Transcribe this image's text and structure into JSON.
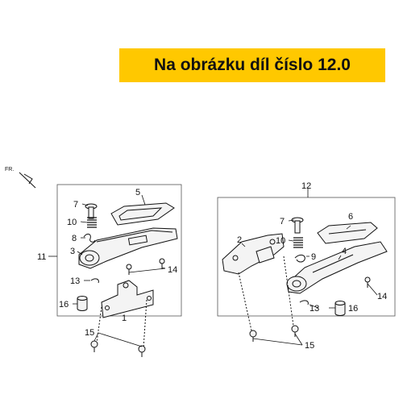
{
  "banner": {
    "text": "Na obrázku díl číslo 12.0"
  },
  "orientation": {
    "label": "FR."
  },
  "callouts": {
    "n1": "1",
    "n2": "2",
    "n3": "3",
    "n4": "4",
    "n5": "5",
    "n6": "6",
    "n7a": "7",
    "n7b": "7",
    "n8": "8",
    "n9": "9",
    "n10a": "10",
    "n10b": "10",
    "n11": "11",
    "n12": "12",
    "n13a": "13",
    "n13b": "13",
    "n14a": "14",
    "n14b": "14",
    "n15a": "15",
    "n15b": "15",
    "n16a": "16",
    "n16b": "16"
  },
  "colors": {
    "banner": "#ffc800",
    "line": "#111111",
    "part_fill": "#f2f2f2"
  }
}
